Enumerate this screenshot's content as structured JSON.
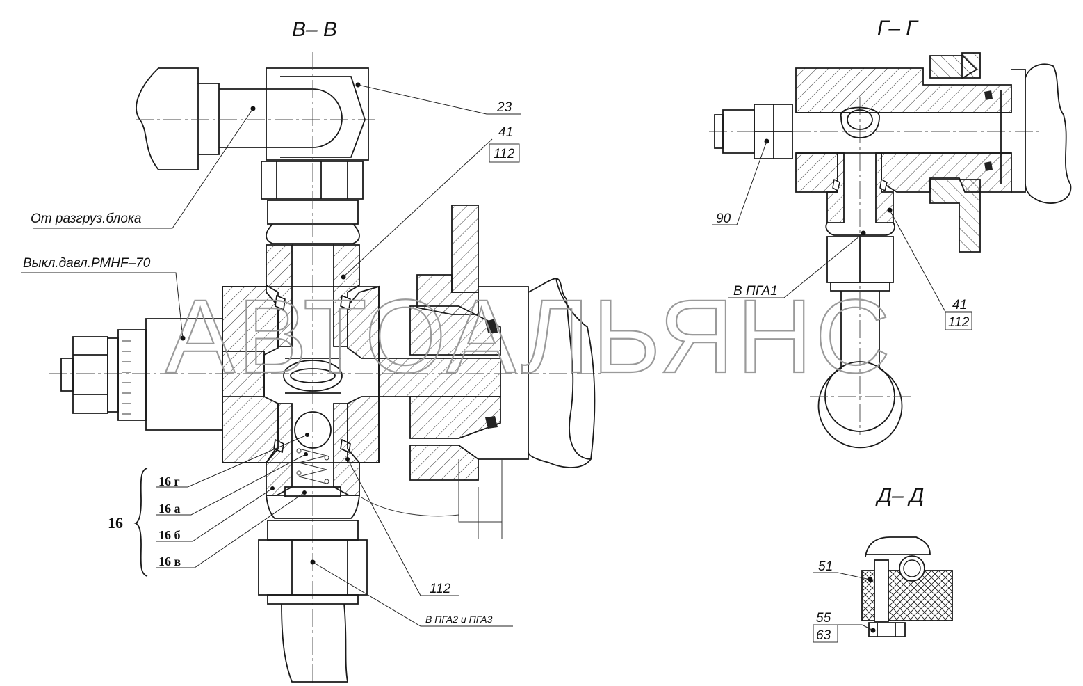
{
  "sections": {
    "bb": "В– В",
    "gg": "Г– Г",
    "dd": "Д– Д"
  },
  "labels": {
    "l23": "23",
    "l41a": "41",
    "l112a": "112",
    "from_unload": "От  разгруз.блока",
    "switch_press": "Выкл.давл.РМНF–70",
    "l16g": "16 г",
    "l16a": "16 а",
    "l16b": "16 б",
    "l16v": "16 в",
    "l16": "16",
    "l112b": "112",
    "to_pga23": "В  ПГА2  и  ПГА3",
    "l90": "90",
    "to_pga1": "В  ПГА1",
    "l41b": "41",
    "l112c": "112",
    "l51": "51",
    "l55": "55",
    "l63": "63"
  },
  "watermark": "АВТОАЛЬЯНС"
}
